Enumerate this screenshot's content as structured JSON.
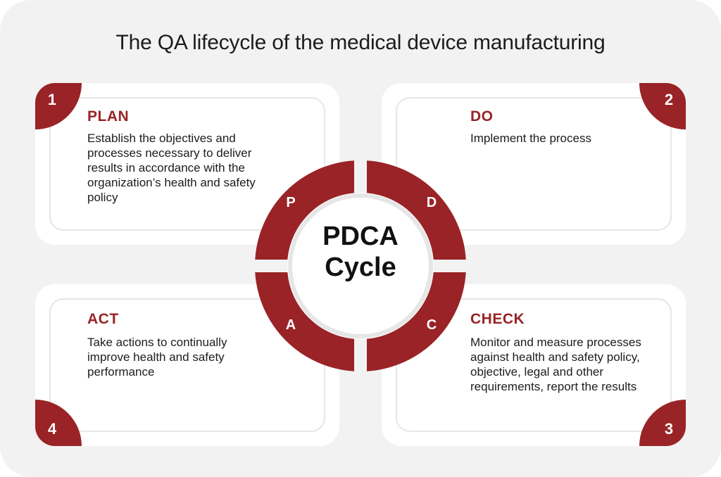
{
  "title": "The QA lifecycle of the medical device manufacturing",
  "center": {
    "line1": "PDCA",
    "line2": "Cycle"
  },
  "colors": {
    "accent": "#992326",
    "background": "#f2f2f2",
    "card": "#ffffff"
  },
  "steps": [
    {
      "number": "1",
      "letter": "P",
      "title": "PLAN",
      "description": "Establish the objectives and processes necessary to deliver results in accordance with the organization’s health and safety policy"
    },
    {
      "number": "2",
      "letter": "D",
      "title": "DO",
      "description": "Implement the process"
    },
    {
      "number": "3",
      "letter": "C",
      "title": "CHECK",
      "description": "Monitor and measure processes against health and safety policy, objective, legal and other requirements, report the results"
    },
    {
      "number": "4",
      "letter": "A",
      "title": "ACT",
      "description": "Take actions to continually improve health and safety performance"
    }
  ]
}
